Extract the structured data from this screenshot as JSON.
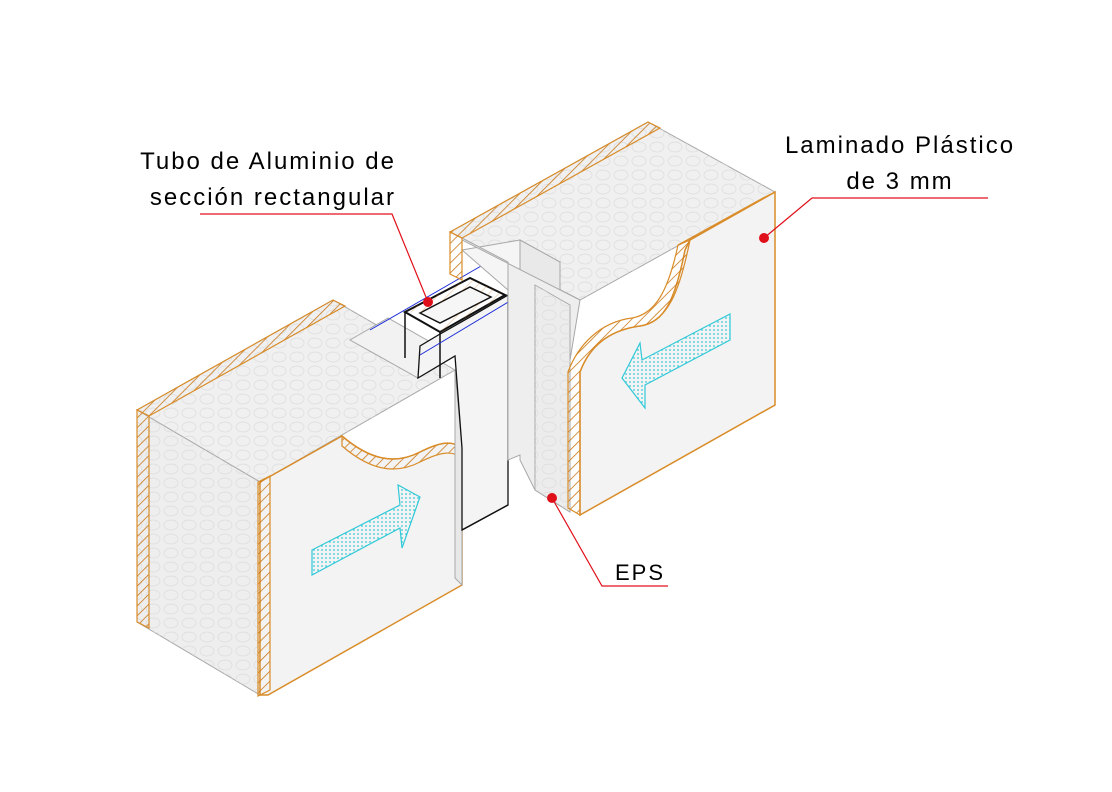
{
  "labels": {
    "tube_line1": "Tubo de Aluminio de",
    "tube_line2": "sección rectangular",
    "laminate_line1": "Laminado Plástico",
    "laminate_line2": "de 3 mm",
    "eps": "EPS"
  },
  "colors": {
    "panel_fill": "#efefef",
    "panel_edge": "#d98c28",
    "hatch": "#c9781a",
    "outline": "#9a9a9a",
    "arrow": "#31c9d8",
    "leader": "#e0101a",
    "tube": "#111111",
    "guide": "#1a2bd6"
  }
}
